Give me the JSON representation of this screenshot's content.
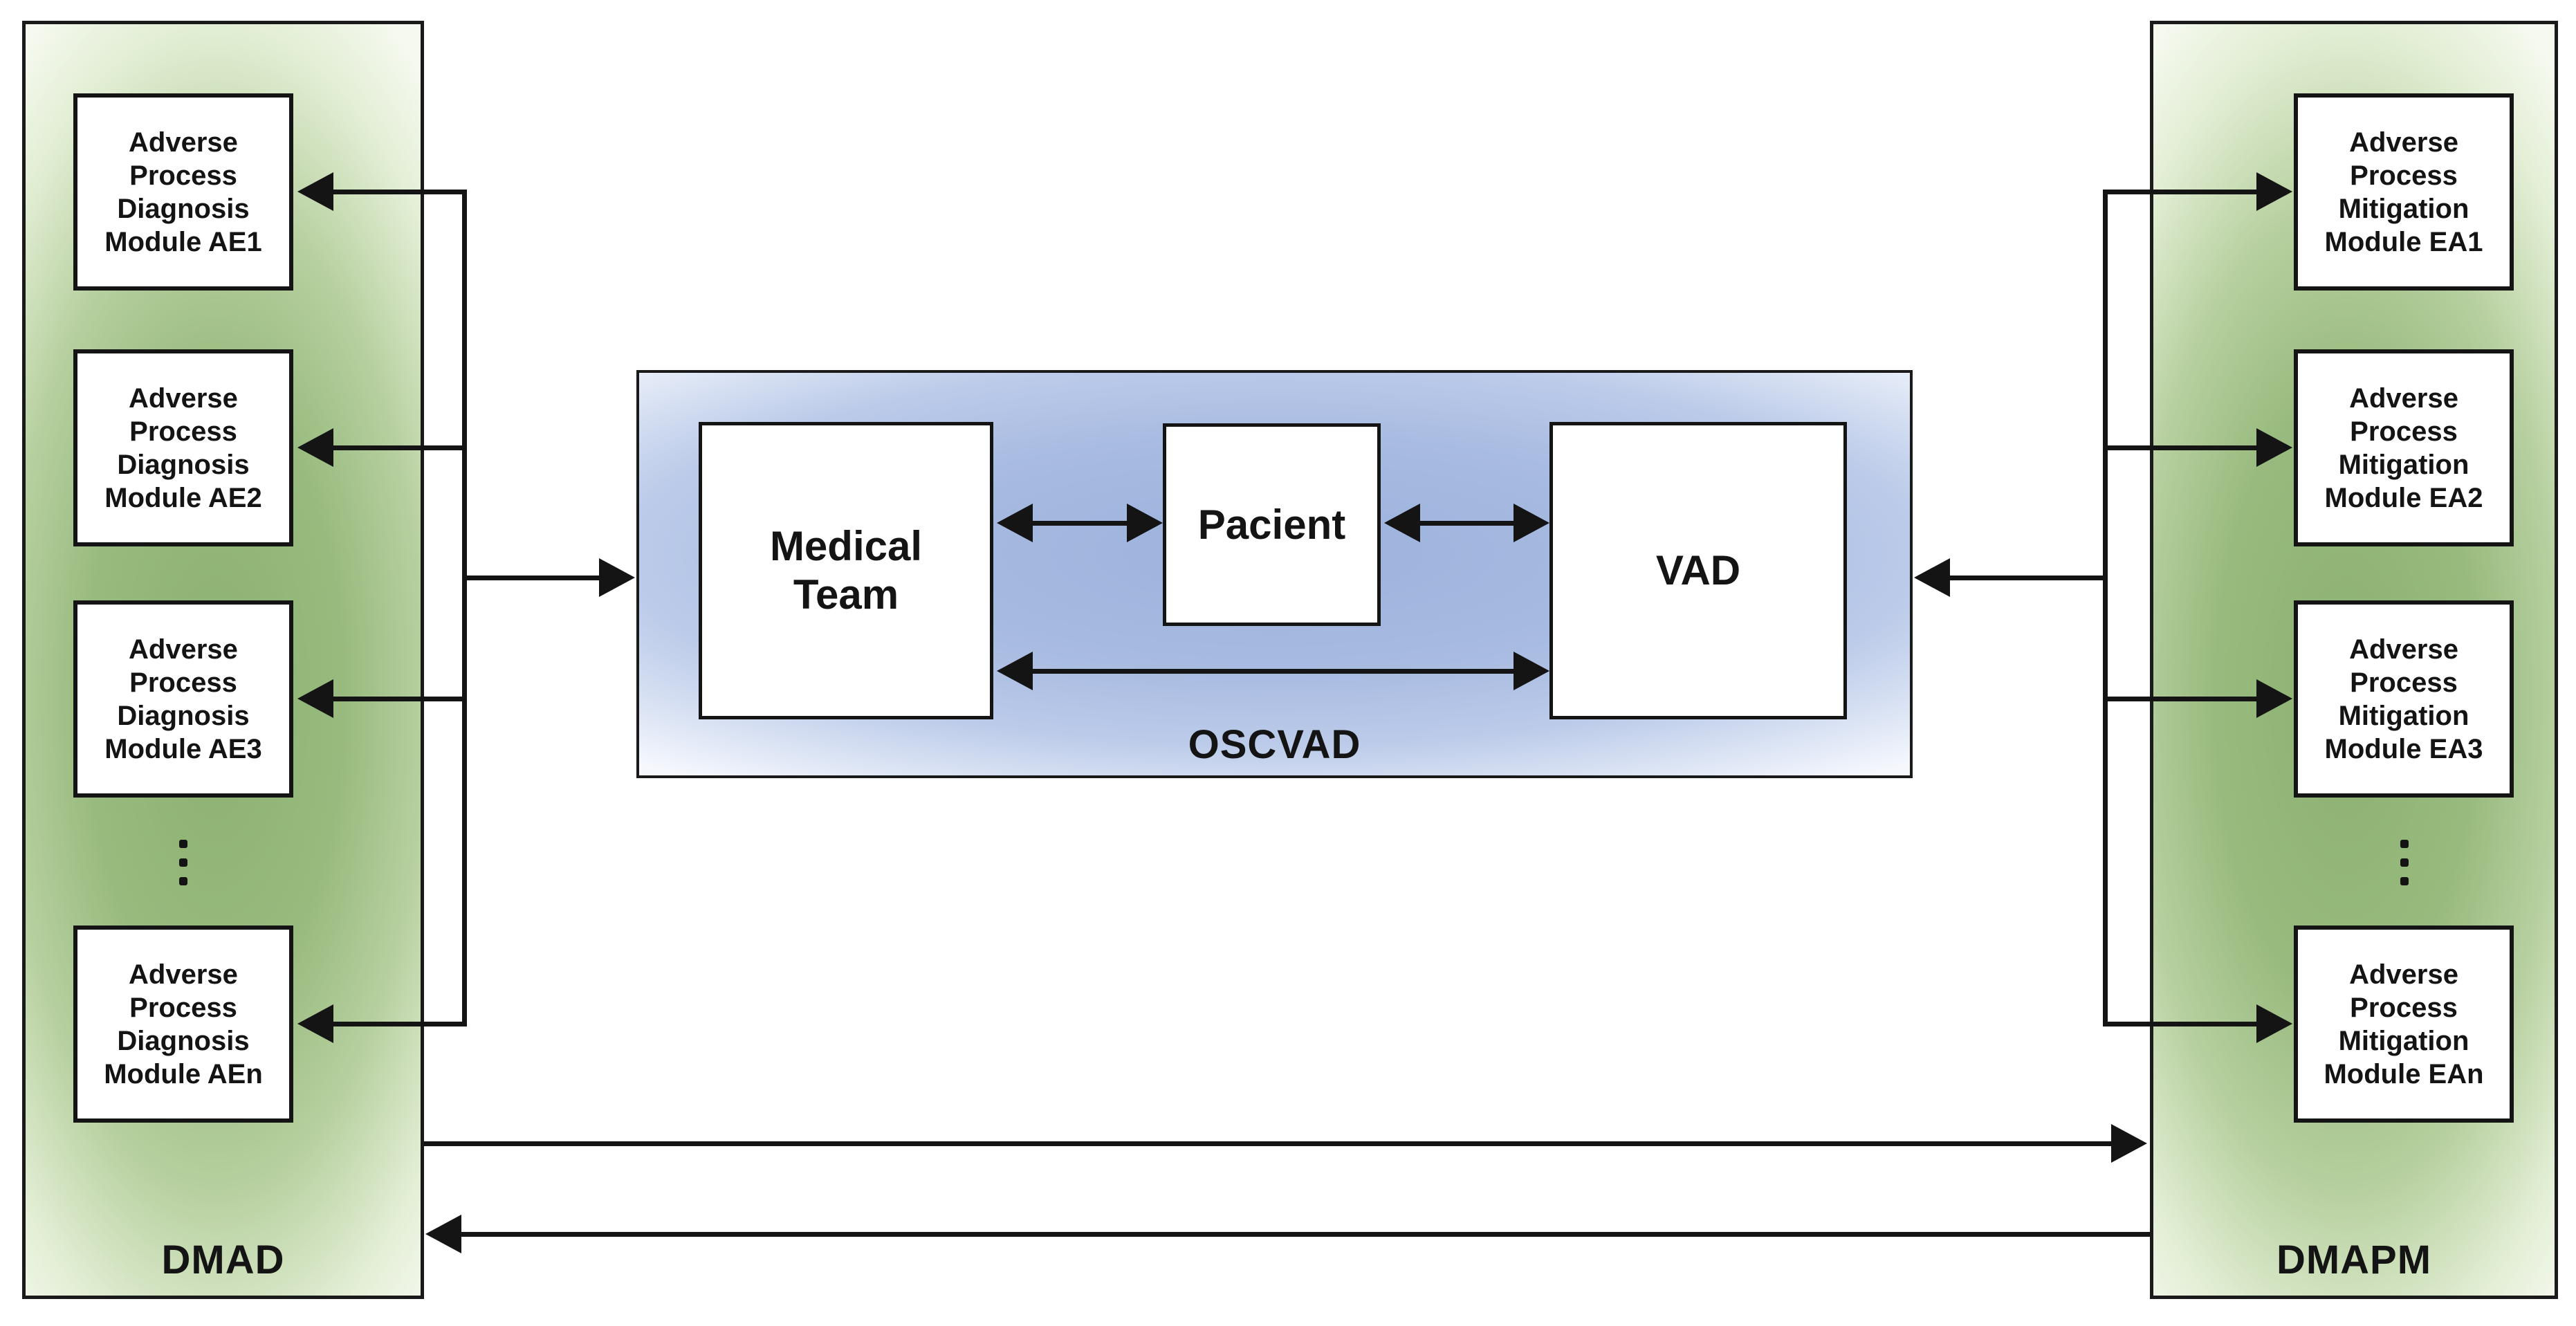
{
  "diagram": {
    "dmad_panel": {
      "label": "DMAD",
      "modules": [
        {
          "label": "Adverse\nProcess\nDiagnosis\nModule AE1"
        },
        {
          "label": "Adverse\nProcess\nDiagnosis\nModule AE2"
        },
        {
          "label": "Adverse\nProcess\nDiagnosis\nModule AE3"
        },
        {
          "label": "Adverse\nProcess\nDiagnosis\nModule AEn"
        }
      ],
      "ellipsis": "⋮"
    },
    "oscvad_panel": {
      "label": "OSCVAD",
      "boxes": [
        {
          "label": "Medical\nTeam"
        },
        {
          "label": "Pacient"
        },
        {
          "label": "VAD"
        }
      ]
    },
    "dmapm_panel": {
      "label": "DMAPM",
      "modules": [
        {
          "label": "Adverse\nProcess\nMitigation\nModule EA1"
        },
        {
          "label": "Adverse\nProcess\nMitigation\nModule EA2"
        },
        {
          "label": "Adverse\nProcess\nMitigation\nModule EA3"
        },
        {
          "label": "Adverse\nProcess\nMitigation\nModule EAn"
        }
      ],
      "ellipsis": "⋮"
    },
    "colors": {
      "panel_green": "#90b574",
      "panel_green_light": "#f4f9ee",
      "panel_blue": "#a9bce2",
      "panel_blue_light": "#f4f7fd",
      "line": "#141414",
      "box_fill": "#ffffff",
      "text": "#141414"
    }
  }
}
